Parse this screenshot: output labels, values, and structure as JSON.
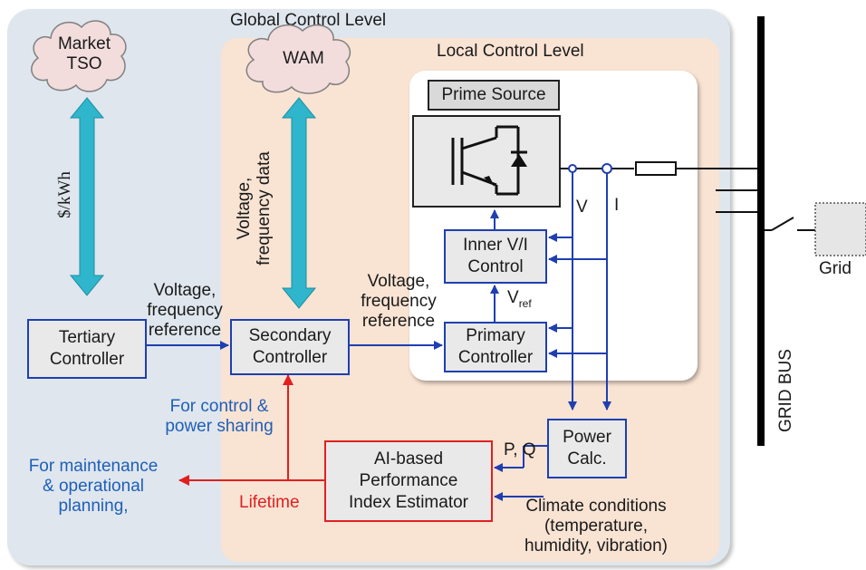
{
  "levels": {
    "global": "Global Control Level",
    "local": "Local Control Level"
  },
  "clouds": {
    "market": "Market\nTSO",
    "wam": "WAM"
  },
  "vertical_labels": {
    "price": "$/kWh",
    "voltage_freq_data": "Voltage,\nfrequency data",
    "grid_bus": "GRID BUS"
  },
  "boxes": {
    "prime_source": "Prime Source",
    "tertiary": "Tertiary\nController",
    "secondary": "Secondary\nController",
    "primary": "Primary\nController",
    "inner": "Inner V/I\nControl",
    "power_calc": "Power\nCalc.",
    "ai": "AI-based\nPerformance\nIndex Estimator"
  },
  "labels": {
    "vf_reference_1": "Voltage,\nfrequency\nreference",
    "vf_reference_2": "Voltage,\nfrequency\nreference",
    "v": "V",
    "i": "I",
    "vref_main": "V",
    "vref_sub": "ref",
    "grid": "Grid",
    "pq": "P, Q",
    "control_sharing": "For control &\npower sharing",
    "maintenance": "For maintenance\n& operational\nplanning,",
    "lifetime": "Lifetime",
    "climate": "Climate conditions\n(temperature,\nhumidity, vibration)"
  },
  "colors": {
    "global_bg": "#dfe6ee",
    "local_bg": "#f9e3d3",
    "arrow_blue": "#1f3fb0",
    "cyan_arrow": "#2fb6cc",
    "red": "#e02020",
    "text_blue": "#1f5fb8"
  }
}
